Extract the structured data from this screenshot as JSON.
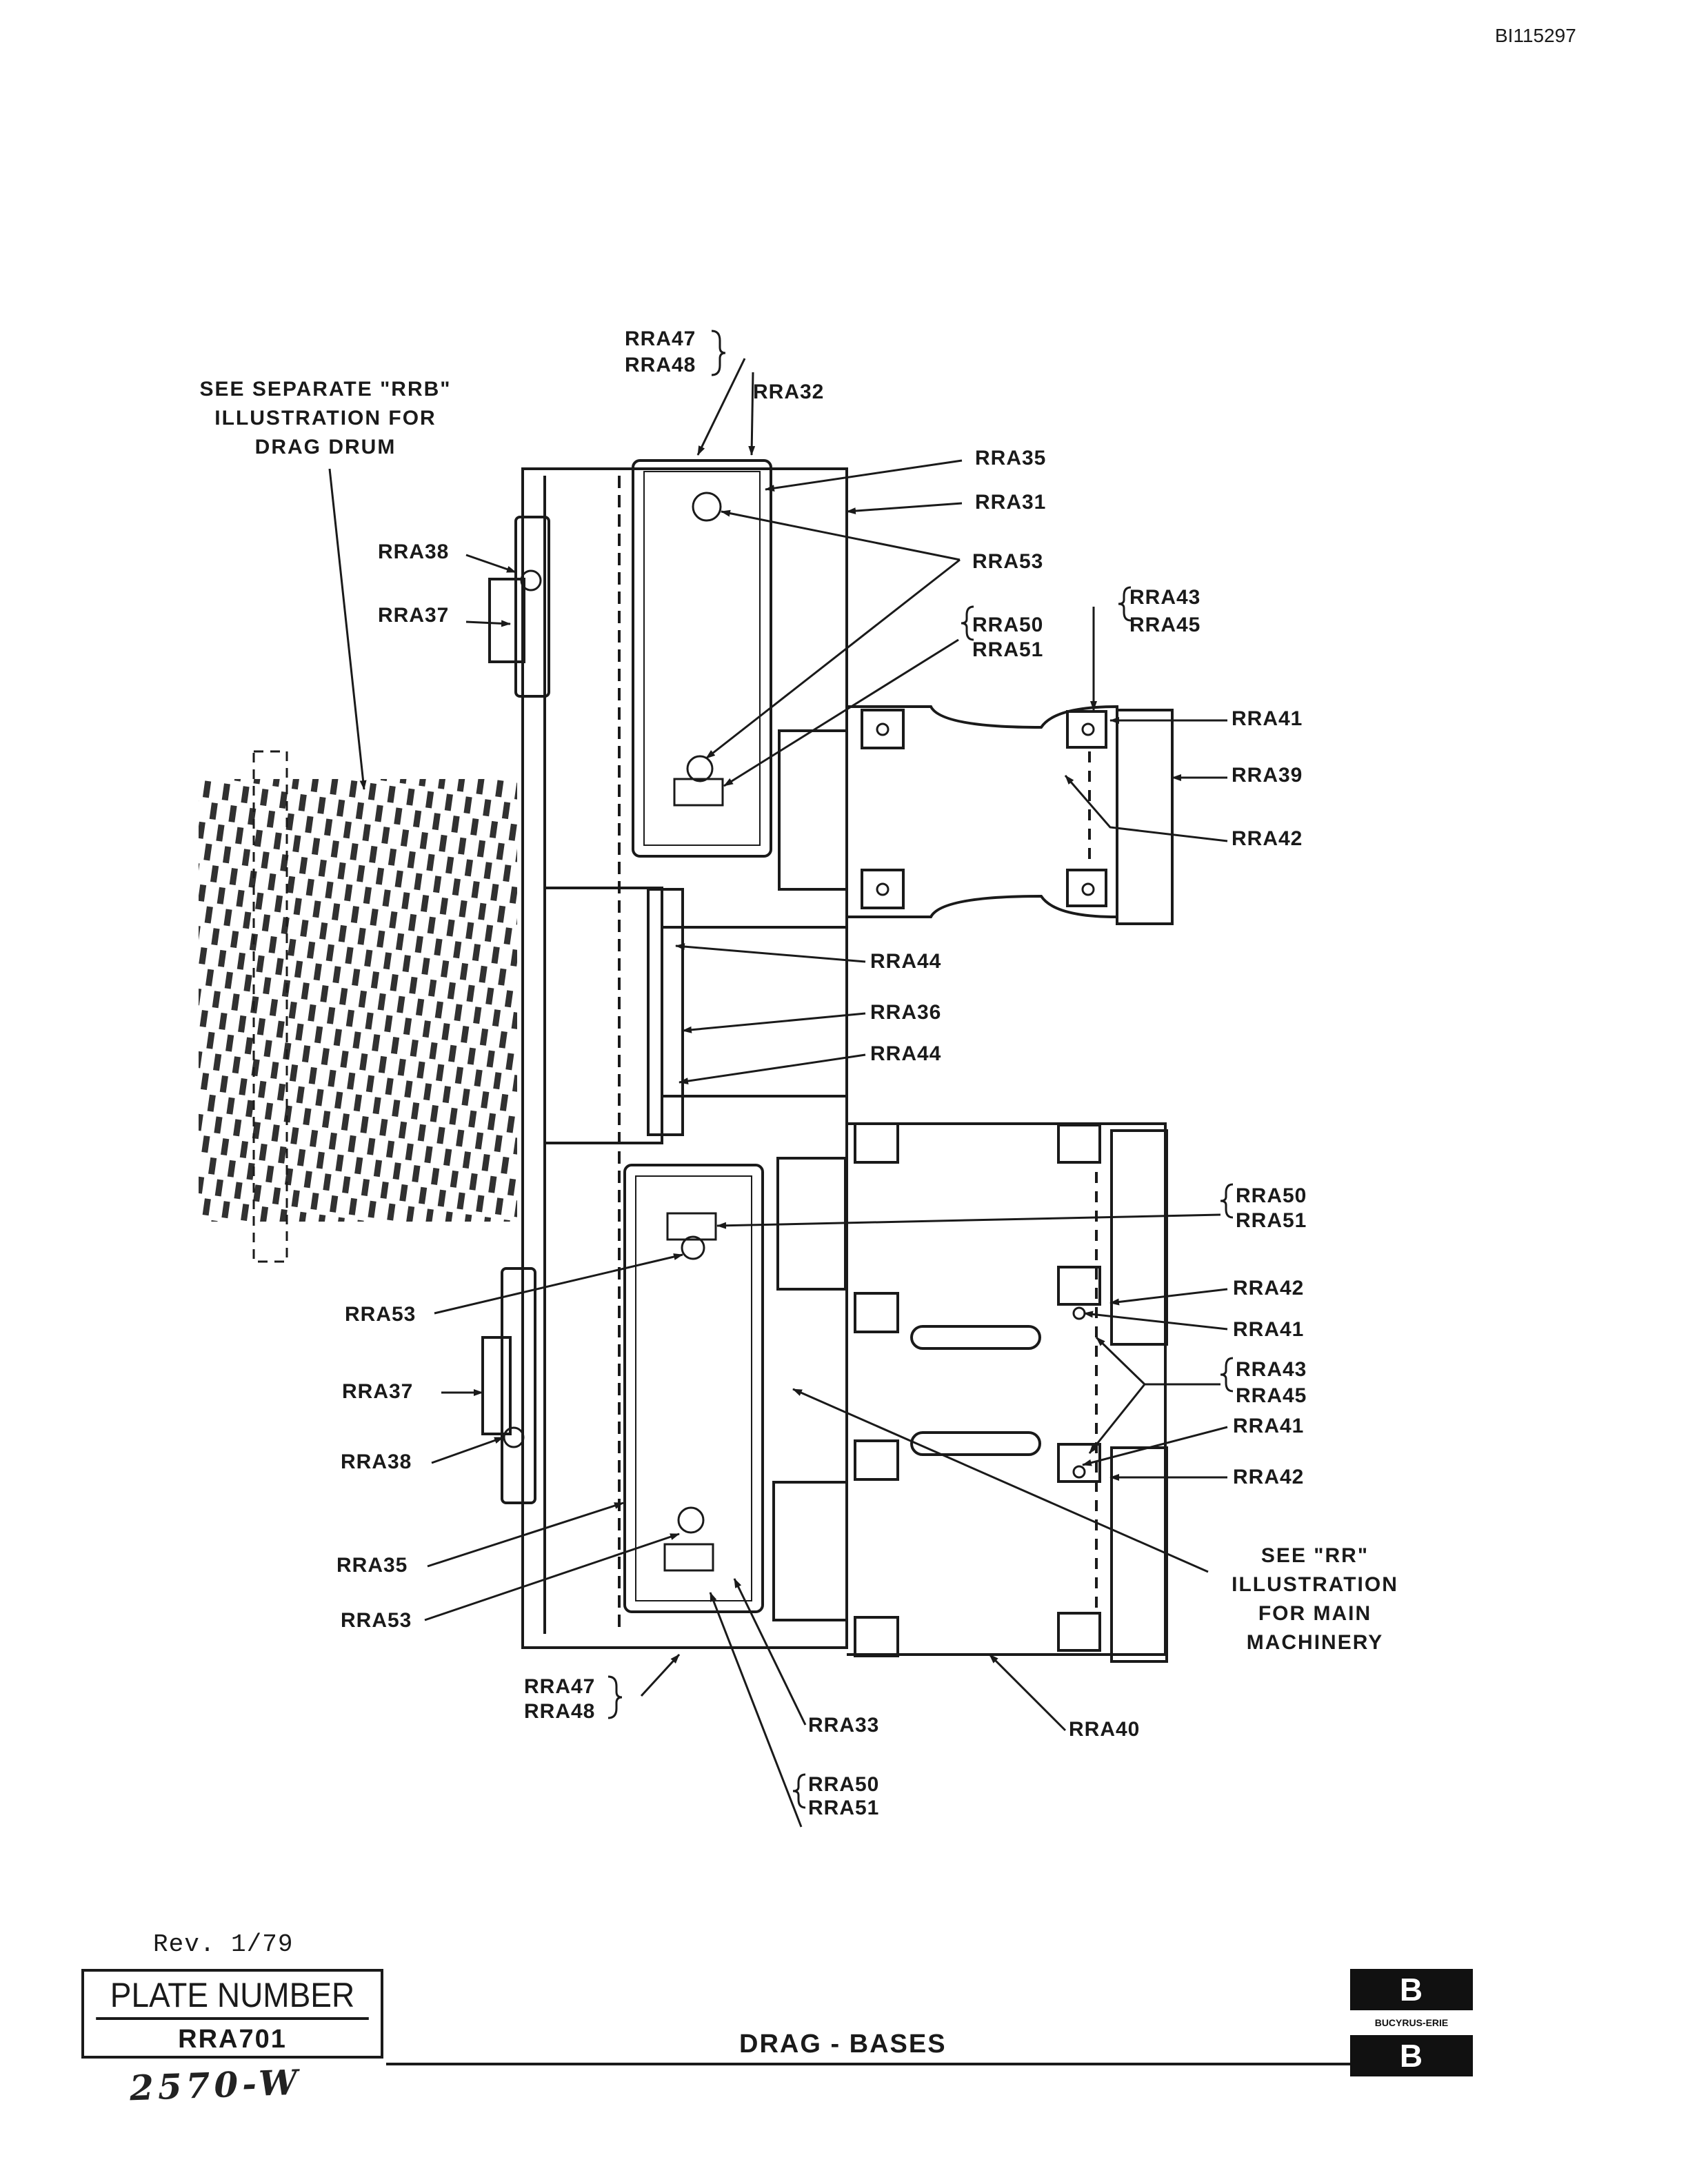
{
  "document_id": "BI115297",
  "notes": {
    "rrb_note": "SEE SEPARATE \"RRB\" ILLUSTRATION FOR DRAG DRUM",
    "rr_note": "SEE \"RR\" ILLUSTRATION FOR MAIN MACHINERY"
  },
  "callouts": {
    "rra47_top": "RRA47",
    "rra48_top": "RRA48",
    "rra32": "RRA32",
    "rra35_top": "RRA35",
    "rra31": "RRA31",
    "rra53_top": "RRA53",
    "rra38_top": "RRA38",
    "rra37_top": "RRA37",
    "rra43_top": "RRA43",
    "rra45_top": "RRA45",
    "rra50_top": "RRA50",
    "rra51_top": "RRA51",
    "rra41_top": "RRA41",
    "rra39": "RRA39",
    "rra42_top": "RRA42",
    "rra44_a": "RRA44",
    "rra36": "RRA36",
    "rra44_b": "RRA44",
    "rra50_mid": "RRA50",
    "rra51_mid": "RRA51",
    "rra42_mid": "RRA42",
    "rra41_mid": "RRA41",
    "rra43_mid": "RRA43",
    "rra45_mid": "RRA45",
    "rra41_low": "RRA41",
    "rra42_low": "RRA42",
    "rra53_mid": "RRA53",
    "rra37_low": "RRA37",
    "rra38_low": "RRA38",
    "rra35_low": "RRA35",
    "rra53_low": "RRA53",
    "rra47_bot": "RRA47",
    "rra48_bot": "RRA48",
    "rra33": "RRA33",
    "rra40": "RRA40",
    "rra50_bot": "RRA50",
    "rra51_bot": "RRA51"
  },
  "footer": {
    "revision": "Rev.  1/79",
    "plate_label": "PLATE NUMBER",
    "plate_number": "RRA701",
    "handwritten_note": "2570-W",
    "title": "DRAG - BASES",
    "logo_letter": "B",
    "logo_text": "BUCYRUS-ERIE"
  }
}
